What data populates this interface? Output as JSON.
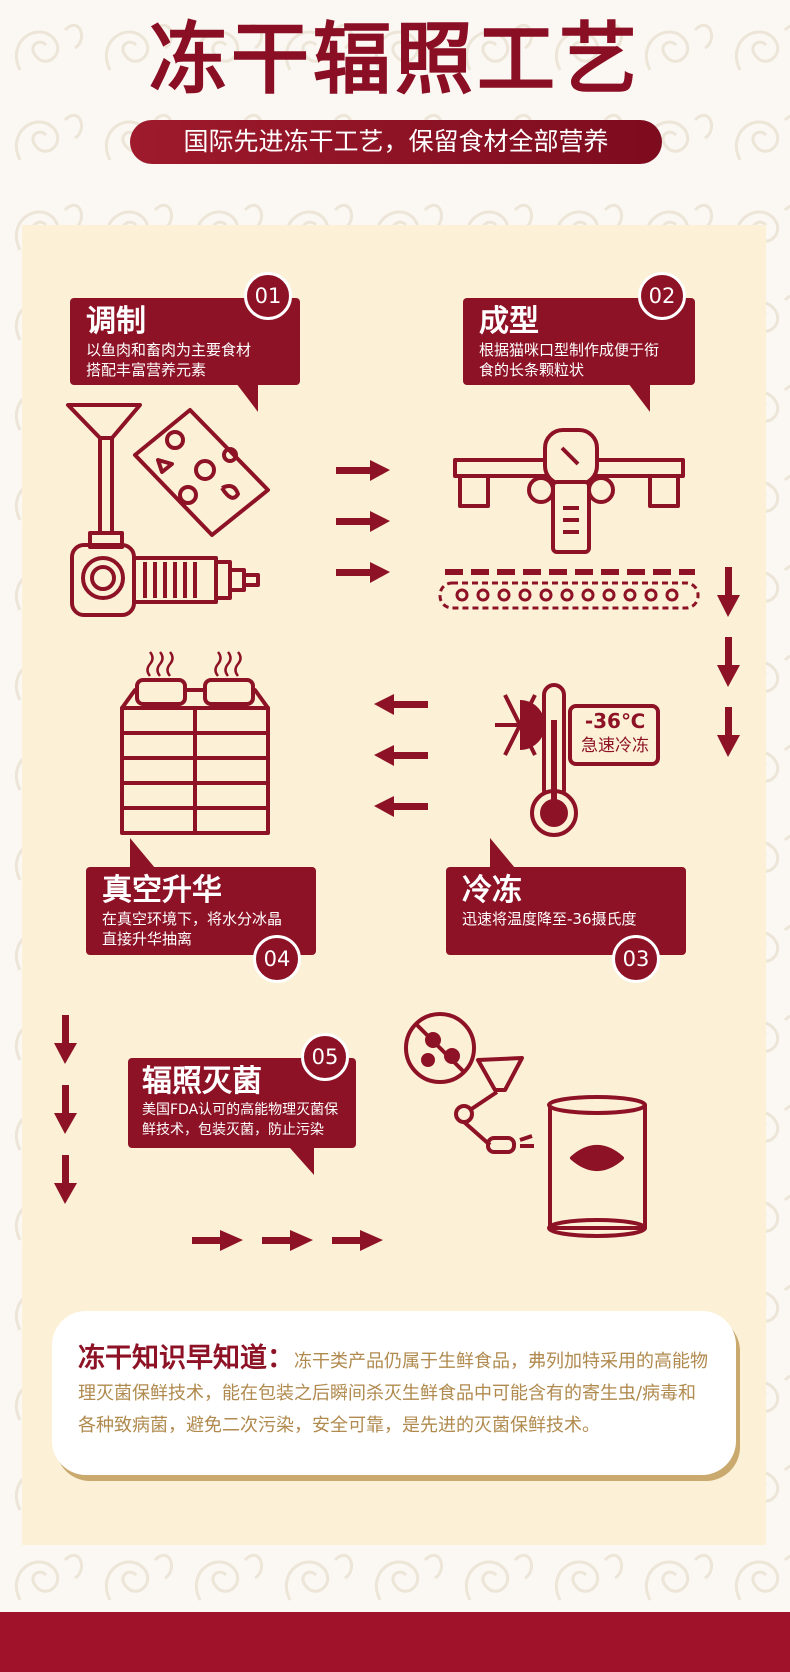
{
  "header": {
    "title": "冻干辐照工艺",
    "subtitle": "国际先进冻干工艺，保留食材全部营养"
  },
  "colors": {
    "brand": "#8e1226",
    "panel": "#fcf1d6",
    "gold": "#c9a96e"
  },
  "steps": [
    {
      "num": "01",
      "title": "调制",
      "desc_line1": "以鱼肉和畜肉为主要食材",
      "desc_line2": "搭配丰富营养元素"
    },
    {
      "num": "02",
      "title": "成型",
      "desc_line1": "根据猫咪口型制作成便于衔",
      "desc_line2": "食的长条颗粒状"
    },
    {
      "num": "03",
      "title": "冷冻",
      "desc_line1": "迅速将温度降至-36摄氏度",
      "desc_line2": ""
    },
    {
      "num": "04",
      "title": "真空升华",
      "desc_line1": "在真空环境下，将水分冰晶",
      "desc_line2": "直接升华抽离"
    },
    {
      "num": "05",
      "title": "辐照灭菌",
      "desc_line1": "美国FDA认可的高能物理灭菌保",
      "desc_line2": "鲜技术，包装灭菌，防止污染"
    }
  ],
  "thermometer": {
    "temp": "-36℃",
    "label": "急速冷冻"
  },
  "knowledge": {
    "title": "冻干知识早知道：",
    "body": "冻干类产品仍属于生鲜食品，弗列加特采用的高能物理灭菌保鲜技术，能在包装之后瞬间杀灭生鲜食品中可能含有的寄生虫/病毒和各种致病菌，避免二次污染，安全可靠，是先进的灭菌保鲜技术。"
  },
  "icons": [
    "arrow-right-icon",
    "arrow-down-icon",
    "arrow-left-icon",
    "snowflake-icon",
    "thermometer-icon",
    "bacteria-prohibited-icon",
    "steam-icon"
  ]
}
